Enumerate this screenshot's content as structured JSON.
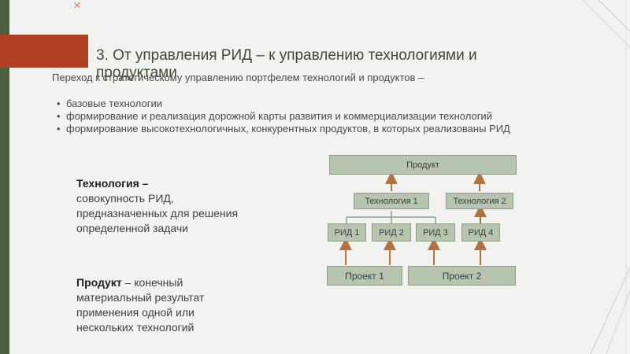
{
  "slide": {
    "close_glyph": "×",
    "title": "3. От управления РИД – к управлению технологиями и продуктами",
    "intro": "Переход к стратегическому управлению портфелем технологий и продуктов –",
    "bullets": [
      "базовые технологии",
      "формирование и реализация дорожной карты развития и коммерциализации технологий",
      "формирование высокотехнологичных, конкурентных продуктов, в которых реализованы РИД"
    ],
    "definitions": {
      "technology_term": "Технология –",
      "technology_text": "совокупность РИД, предназначенных для решения определенной задачи",
      "product_term": "Продукт",
      "product_text": " – конечный материальный результат применения одной или нескольких технологий"
    }
  },
  "diagram": {
    "product": "Продукт",
    "technology_1": "Технология 1",
    "technology_2": "Технология 2",
    "rid_1": "РИД 1",
    "rid_2": "РИД 2",
    "rid_3": "РИД 3",
    "rid_4": "РИД 4",
    "project_1": "Проект 1",
    "project_2": "Проект 2"
  },
  "colors": {
    "stripe": "#4d5f3e",
    "accent": "#b13f24",
    "box_fill": "#b7c4b0",
    "arrow": "#b5713d"
  }
}
